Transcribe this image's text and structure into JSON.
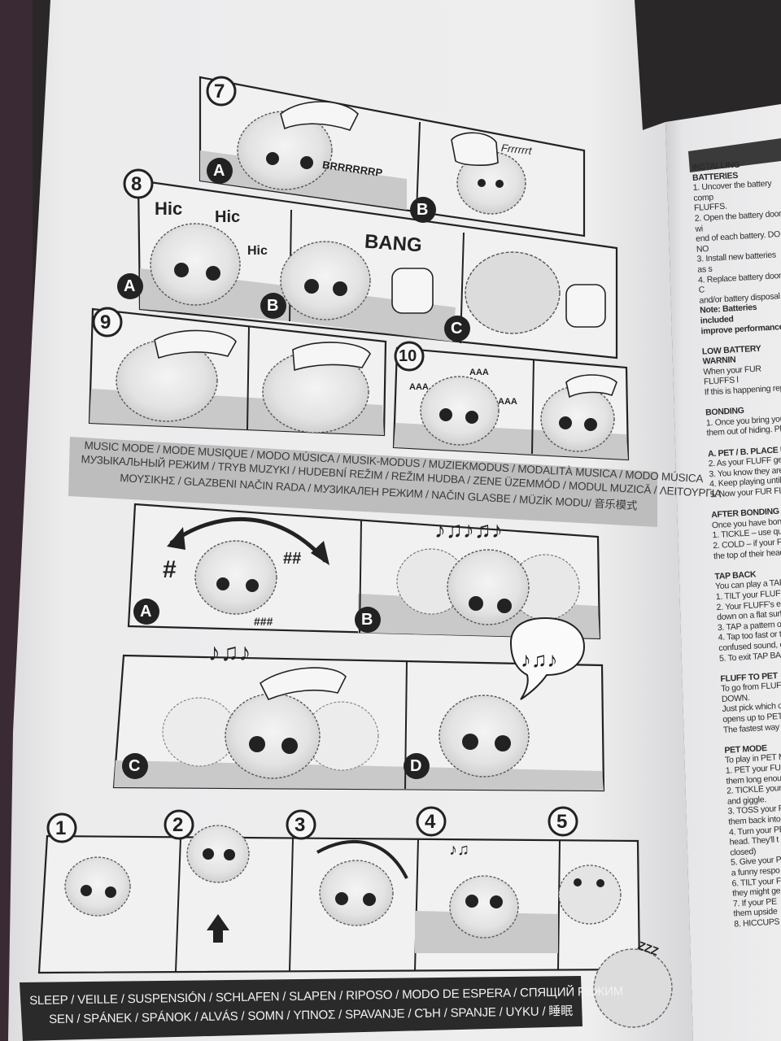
{
  "scene": {
    "description_free": true,
    "colors": {
      "background": "#2a2729",
      "paper": "#e9e9ea",
      "paper_right": "#e4e4e6",
      "panel_fill": "#f1f1f1",
      "panel_band": "#c9c9c9",
      "ink": "#222222",
      "banner_gray": "#bdbdbd",
      "banner_dark": "#2a2a2a",
      "header_dark": "#3a3a3a"
    }
  },
  "steps": {
    "s7": "7",
    "s8": "8",
    "s9": "9",
    "s10": "10",
    "n1": "1",
    "n2": "2",
    "n3": "3",
    "n4": "4",
    "n5": "5"
  },
  "letters": {
    "a": "A",
    "b": "B",
    "c": "C",
    "d": "D"
  },
  "sfx": {
    "brrr": "BRRRRRRP",
    "frrr": "Frrrrrrt",
    "hic": "Hic",
    "bang": "BANG",
    "aaa": "AAA",
    "hash": "#",
    "hash2": "##",
    "hash3": "###",
    "zzz": "ZZZ"
  },
  "music_banner": {
    "line1": "MUSIC MODE / MODE MUSIQUE / MODO MÚSICA / MUSIK-MODUS / MUZIEKMODUS / MODALITÀ MUSICA / MODO MÚSICA",
    "line2": "МУЗЫКАЛЬНЫЙ РЕЖИМ / TRYB MUZYKI / HUDEBNÍ REŽIM / REŽIM HUDBA / ZENE ÜZEMMÓD / MODUL MUZICĂ / ΛΕΙΤΟΥΡΓΙΑ",
    "line3": "ΜΟΥΣΙΚΗΣ / GLAZBENI NAČIN RADA / МУЗИКАЛЕН РЕЖИМ / NAČIN GLASBE / MÜZİK MODU/ 音乐模式"
  },
  "sleep_banner": {
    "line1": "SLEEP / VEILLE / SUSPENSIÓN / SCHLAFEN / SLAPEN / RIPOSO / MODO DE ESPERA / СПЯЩИЙ РЕЖИМ",
    "line2": "SEN / SPÁNEK / SPÁNOK / ALVÁS / SOMN / ΥΠΝΟΣ / SPAVANJE / СЪН / SPANJE / UYKU / 睡眠"
  },
  "right_page": {
    "header": "",
    "lines": [
      {
        "t": "INSTALLING BATTERIES",
        "b": true
      },
      {
        "t": "1. Uncover the battery comp",
        "b": false
      },
      {
        "t": "FLUFFS.",
        "b": false
      },
      {
        "t": "2. Open the battery door wi",
        "b": false
      },
      {
        "t": "end of each battery. DO NO",
        "b": false
      },
      {
        "t": "3. Install new batteries as s",
        "b": false
      },
      {
        "t": "4. Replace battery door. C",
        "b": false
      },
      {
        "t": "and/or battery disposal.",
        "b": false
      },
      {
        "t": "Note: Batteries included",
        "b": true
      },
      {
        "t": "improve performance.",
        "b": true
      },
      {
        "t": "",
        "b": false
      },
      {
        "t": "LOW BATTERY WARNIN",
        "b": true
      },
      {
        "t": "When your FUR FLUFFS l",
        "b": false
      },
      {
        "t": "If this is happening repea",
        "b": false
      },
      {
        "t": "",
        "b": false
      },
      {
        "t": "BONDING",
        "b": true
      },
      {
        "t": "1. Once you bring your",
        "b": false
      },
      {
        "t": "them out of hiding. Pla",
        "b": false
      },
      {
        "t": "",
        "b": false
      },
      {
        "t": "A. PET / B. PLACE UP",
        "b": true
      },
      {
        "t": "2. As your FLUFF gets n",
        "b": false
      },
      {
        "t": "3. You know they are g",
        "b": false
      },
      {
        "t": "4. Keep playing until yo",
        "b": false
      },
      {
        "t": "5. Now your FUR FLUFF",
        "b": false
      },
      {
        "t": "",
        "b": false
      },
      {
        "t": "AFTER BONDING",
        "b": true
      },
      {
        "t": "Once you have bonde",
        "b": false
      },
      {
        "t": "1. TICKLE – use quic",
        "b": false
      },
      {
        "t": "2. COLD – if your FLU",
        "b": false
      },
      {
        "t": "the top of their head.",
        "b": false
      },
      {
        "t": "",
        "b": false
      },
      {
        "t": "TAP BACK",
        "b": true
      },
      {
        "t": "You can play a TAP",
        "b": false
      },
      {
        "t": "1. TILT your FLUFF",
        "b": false
      },
      {
        "t": "2. Your FLUFF's ear",
        "b": false
      },
      {
        "t": "down on a flat surfa",
        "b": false
      },
      {
        "t": "3. TAP a pattern on",
        "b": false
      },
      {
        "t": "4. Tap too fast or to",
        "b": false
      },
      {
        "t": "confused sound, c",
        "b": false
      },
      {
        "t": "5. To exit TAP BAC",
        "b": false
      },
      {
        "t": "",
        "b": false
      },
      {
        "t": "FLUFF TO PET",
        "b": true
      },
      {
        "t": "To go from FLUFF",
        "b": false
      },
      {
        "t": "DOWN.",
        "b": false
      },
      {
        "t": "Just pick which o",
        "b": false
      },
      {
        "t": "opens up to PET",
        "b": false
      },
      {
        "t": "The fastest way i",
        "b": false
      },
      {
        "t": "",
        "b": false
      },
      {
        "t": "PET MODE",
        "b": true
      },
      {
        "t": "To play in PET M",
        "b": false
      },
      {
        "t": "1. PET your FUF",
        "b": false
      },
      {
        "t": "them long enou",
        "b": false
      },
      {
        "t": "2. TICKLE your",
        "b": false
      },
      {
        "t": "and giggle.",
        "b": false
      },
      {
        "t": "3. TOSS your P",
        "b": false
      },
      {
        "t": "them back into",
        "b": false
      },
      {
        "t": "4. Turn your PE",
        "b": false
      },
      {
        "t": "head. They'll t",
        "b": false
      },
      {
        "t": "closed)",
        "b": false
      },
      {
        "t": "5. Give your P",
        "b": false
      },
      {
        "t": "a funny respo",
        "b": false
      },
      {
        "t": "6. TILT your F",
        "b": false
      },
      {
        "t": "they might ge",
        "b": false
      },
      {
        "t": "7. If your PE",
        "b": false
      },
      {
        "t": "them upside",
        "b": false
      },
      {
        "t": "8. HICCUPS",
        "b": false
      }
    ]
  }
}
